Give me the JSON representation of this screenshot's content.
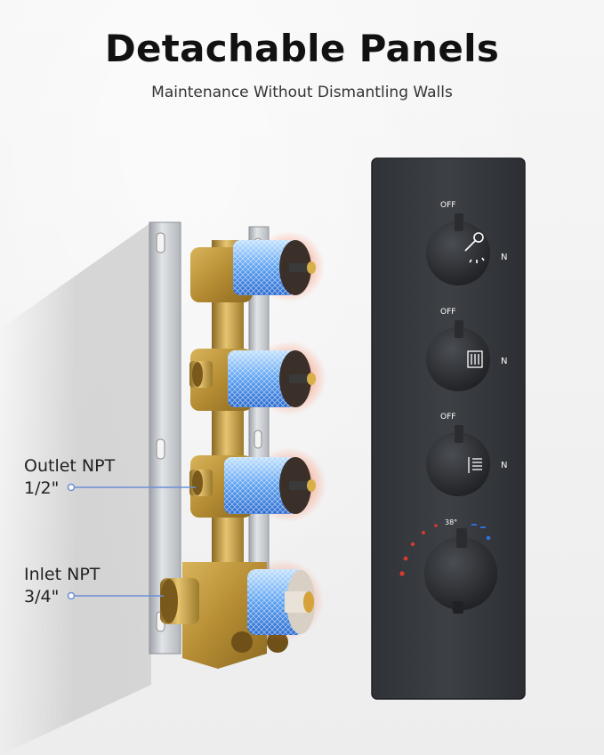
{
  "header": {
    "title": "Detachable Panels",
    "subtitle": "Maintenance Without Dismantling Walls"
  },
  "callouts": {
    "outlet": {
      "line1": "Outlet NPT",
      "line2": "1/2\""
    },
    "inlet": {
      "line1": "Inlet NPT",
      "line2": "3/4\""
    }
  },
  "panel": {
    "knobs": [
      {
        "off_label": "OFF",
        "on_label": "N",
        "icon": "handheld-shower-icon"
      },
      {
        "off_label": "OFF",
        "on_label": "N",
        "icon": "rain-shower-icon"
      },
      {
        "off_label": "OFF",
        "on_label": "N",
        "icon": "body-jet-icon"
      }
    ],
    "thermostat": {
      "temp_label": "38°"
    }
  },
  "colors": {
    "panel": "#3a3d42",
    "brass": "#c9a24a",
    "chrome": "#b8bcc2",
    "callout_line": "#6b8fd6",
    "cold": "#2f6fd6",
    "hot": "#d83a2e"
  }
}
